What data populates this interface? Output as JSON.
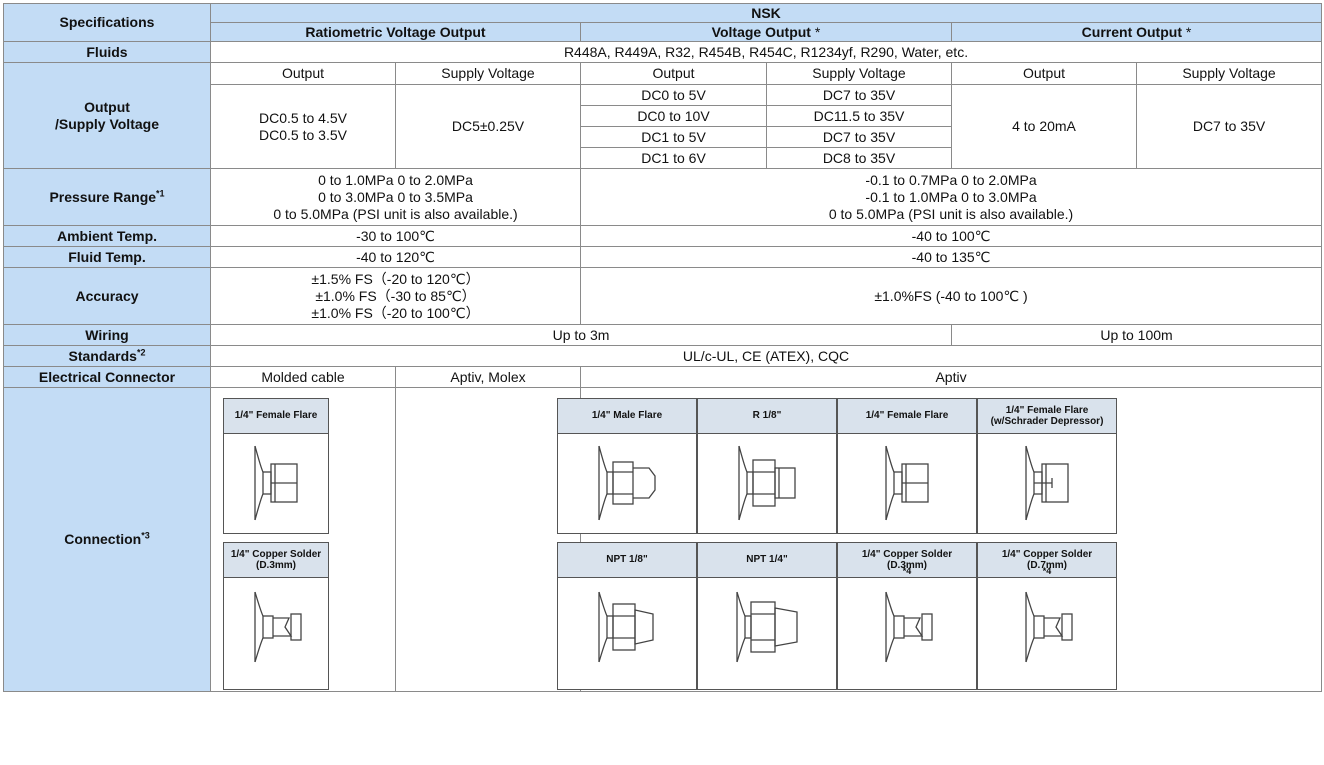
{
  "header": {
    "specifications": "Specifications",
    "brand": "NSK",
    "ratiometric": "Ratiometric Voltage Output",
    "voltage_output": "Voltage Output",
    "current_output": "Current Output",
    "asterisk": "*"
  },
  "rows": {
    "fluids": {
      "label": "Fluids",
      "value": "R448A, R449A, R32, R454B, R454C, R1234yf, R290, Water, etc."
    },
    "output": {
      "label": "Output\n/Supply Voltage",
      "col_output": "Output",
      "col_supply": "Supply Voltage",
      "ratio_output": "DC0.5 to 4.5V\nDC0.5 to 3.5V",
      "ratio_supply": "DC5±0.25V",
      "voltage_pairs": [
        {
          "output": "DC0 to 5V",
          "supply": "DC7 to 35V"
        },
        {
          "output": "DC0 to 10V",
          "supply": "DC11.5 to 35V"
        },
        {
          "output": "DC1 to 5V",
          "supply": "DC7 to 35V"
        },
        {
          "output": "DC1 to 6V",
          "supply": "DC8 to 35V"
        }
      ],
      "current_output": "4 to 20mA",
      "current_supply": "DC7 to 35V"
    },
    "pressure": {
      "label": "Pressure Range",
      "sup": "*1",
      "ratio": "0 to 1.0MPa  0 to 2.0MPa\n0 to 3.0MPa  0 to 3.5MPa\n0 to 5.0MPa (PSI unit is also available.)",
      "other": "-0.1 to 0.7MPa  0 to 2.0MPa\n-0.1 to 1.0MPa  0 to 3.0MPa\n0 to 5.0MPa (PSI unit is also available.)"
    },
    "ambient": {
      "label": "Ambient Temp.",
      "ratio": "-30 to 100℃",
      "other": "-40 to 100℃"
    },
    "fluid_temp": {
      "label": "Fluid Temp.",
      "ratio": "-40 to 120℃",
      "other": "-40 to 135℃"
    },
    "accuracy": {
      "label": "Accuracy",
      "ratio": "±1.5% FS（-20 to 120℃）\n±1.0% FS（-30 to  85℃）\n±1.0% FS（-20 to 100℃）",
      "other": "±1.0%FS (-40 to 100℃ )"
    },
    "wiring": {
      "label": "Wiring",
      "short": "Up to 3m",
      "long": "Up to 100m"
    },
    "standards": {
      "label": "Standards",
      "sup": "*2",
      "value": "UL/c-UL, CE (ATEX), CQC"
    },
    "connector": {
      "label": "Electrical Connector",
      "molded": "Molded cable",
      "aptiv_molex": "Aptiv, Molex",
      "aptiv": "Aptiv"
    },
    "connection": {
      "label": "Connection",
      "sup": "*3",
      "fittings": [
        {
          "label": "1/4\" Female Flare",
          "icon": "female-flare"
        },
        {
          "label": "1/4\" Copper Solder\n(D.3mm)",
          "icon": "copper-solder"
        },
        {
          "label": "1/4\" Male Flare",
          "icon": "male-flare"
        },
        {
          "label": "R 1/8\"",
          "icon": "threaded"
        },
        {
          "label": "1/4\" Female Flare",
          "icon": "female-flare"
        },
        {
          "label": "1/4\" Female Flare\n(w/Schrader Depressor)",
          "icon": "female-flare-schrader"
        },
        {
          "label": "NPT 1/8\"",
          "icon": "npt"
        },
        {
          "label": "NPT 1/4\"",
          "icon": "npt"
        },
        {
          "label": "1/4\" Copper Solder\n(D.3mm)",
          "sup": "*4",
          "icon": "copper-solder"
        },
        {
          "label": "1/4\" Copper Solder\n(D.7mm)",
          "sup": "*4",
          "icon": "copper-solder"
        }
      ]
    }
  },
  "colors": {
    "header_bg": "#c3dcf5",
    "border": "#8a8a8a",
    "fitting_label_bg": "#d9e2ec"
  }
}
